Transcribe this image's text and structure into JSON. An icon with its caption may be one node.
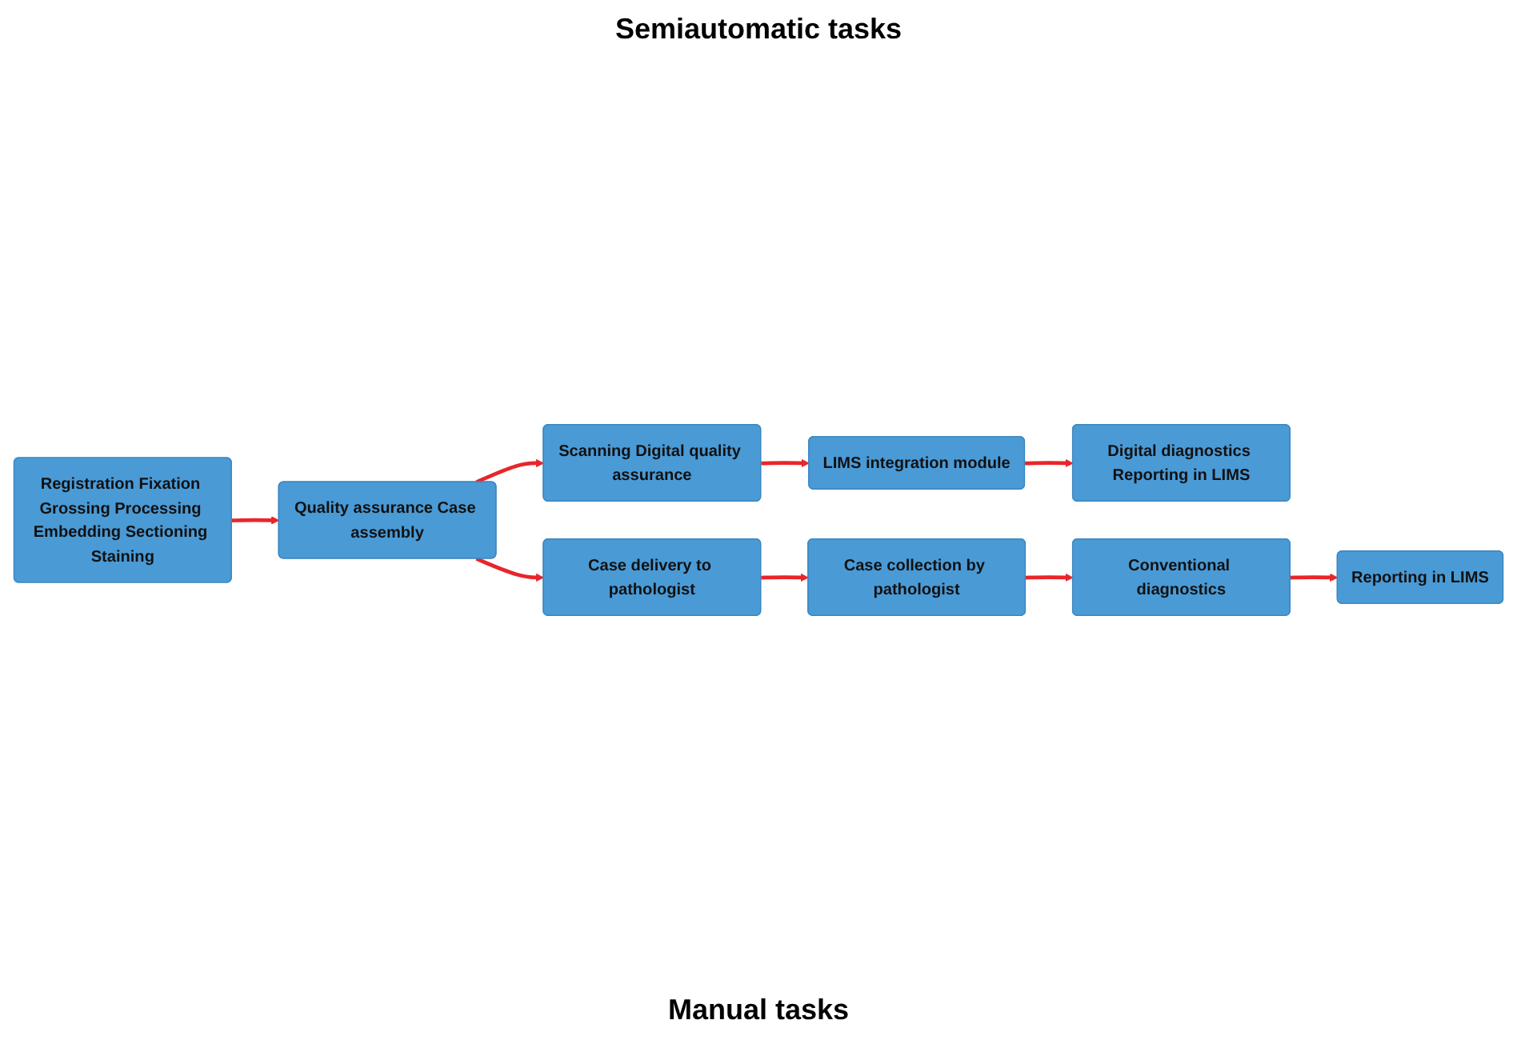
{
  "diagram": {
    "nodes": [
      {
        "text": [
          "Registration Fixation Grossing Processing Embedding Sectioning Staining"
        ]
      },
      {
        "text": [
          "Quality assurance Case assembly"
        ]
      },
      {
        "text": [
          "Scanning Digital quality assurance"
        ]
      },
      {
        "text": [
          "LIMS integration module"
        ]
      },
      {
        "text": [
          "Digital diagnostics Reporting in LIMS"
        ]
      },
      {
        "text": [
          "Case delivery to pathologist"
        ]
      },
      {
        "text": [
          "Case collection by pathologist"
        ]
      },
      {
        "text": [
          "Conventional diagnostics"
        ]
      },
      {
        "text": [
          "Reporting in LIMS"
        ]
      }
    ],
    "edges": [
      {
        "from": 0,
        "to": 1,
        "arrow": "to"
      },
      {
        "from": 1,
        "to": 2,
        "arrow": "to"
      },
      {
        "from": 2,
        "to": 3,
        "arrow": "to"
      },
      {
        "from": 3,
        "to": 4,
        "arrow": "to"
      },
      {
        "from": 1,
        "to": 5,
        "arrow": "to"
      },
      {
        "from": 5,
        "to": 6,
        "arrow": "to"
      },
      {
        "from": 6,
        "to": 7,
        "arrow": "to"
      },
      {
        "from": 7,
        "to": 8,
        "arrow": "to"
      }
    ],
    "labels": [
      "Semiautomatic tasks",
      "Manual tasks"
    ]
  }
}
